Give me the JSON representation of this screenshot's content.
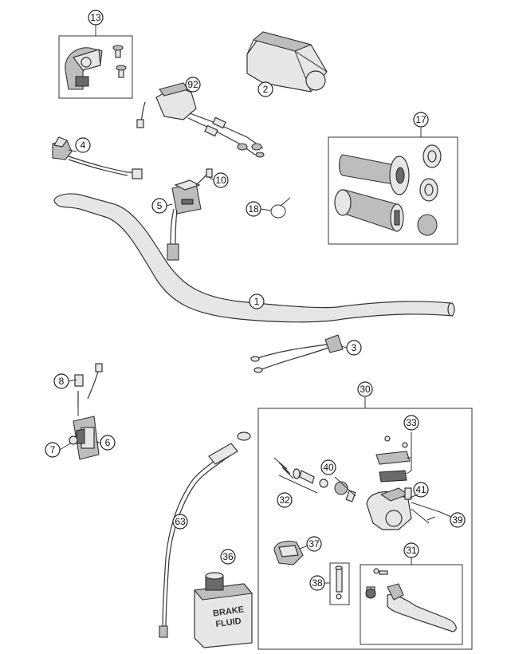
{
  "callouts": {
    "c13": "13",
    "c2": "2",
    "c92": "92",
    "c17": "17",
    "c4": "4",
    "c10": "10",
    "c5": "5",
    "c18": "18",
    "c1": "1",
    "c3": "3",
    "c8": "8",
    "c6": "6",
    "c7": "7",
    "c30": "30",
    "c33": "33",
    "c40": "40",
    "c41": "41",
    "c32": "32",
    "c39": "39",
    "c63": "63",
    "c37": "37",
    "c36": "36",
    "c31": "31",
    "c38": "38"
  },
  "fluid_can": {
    "line1": "BRAKE",
    "line2": "FLUID"
  }
}
